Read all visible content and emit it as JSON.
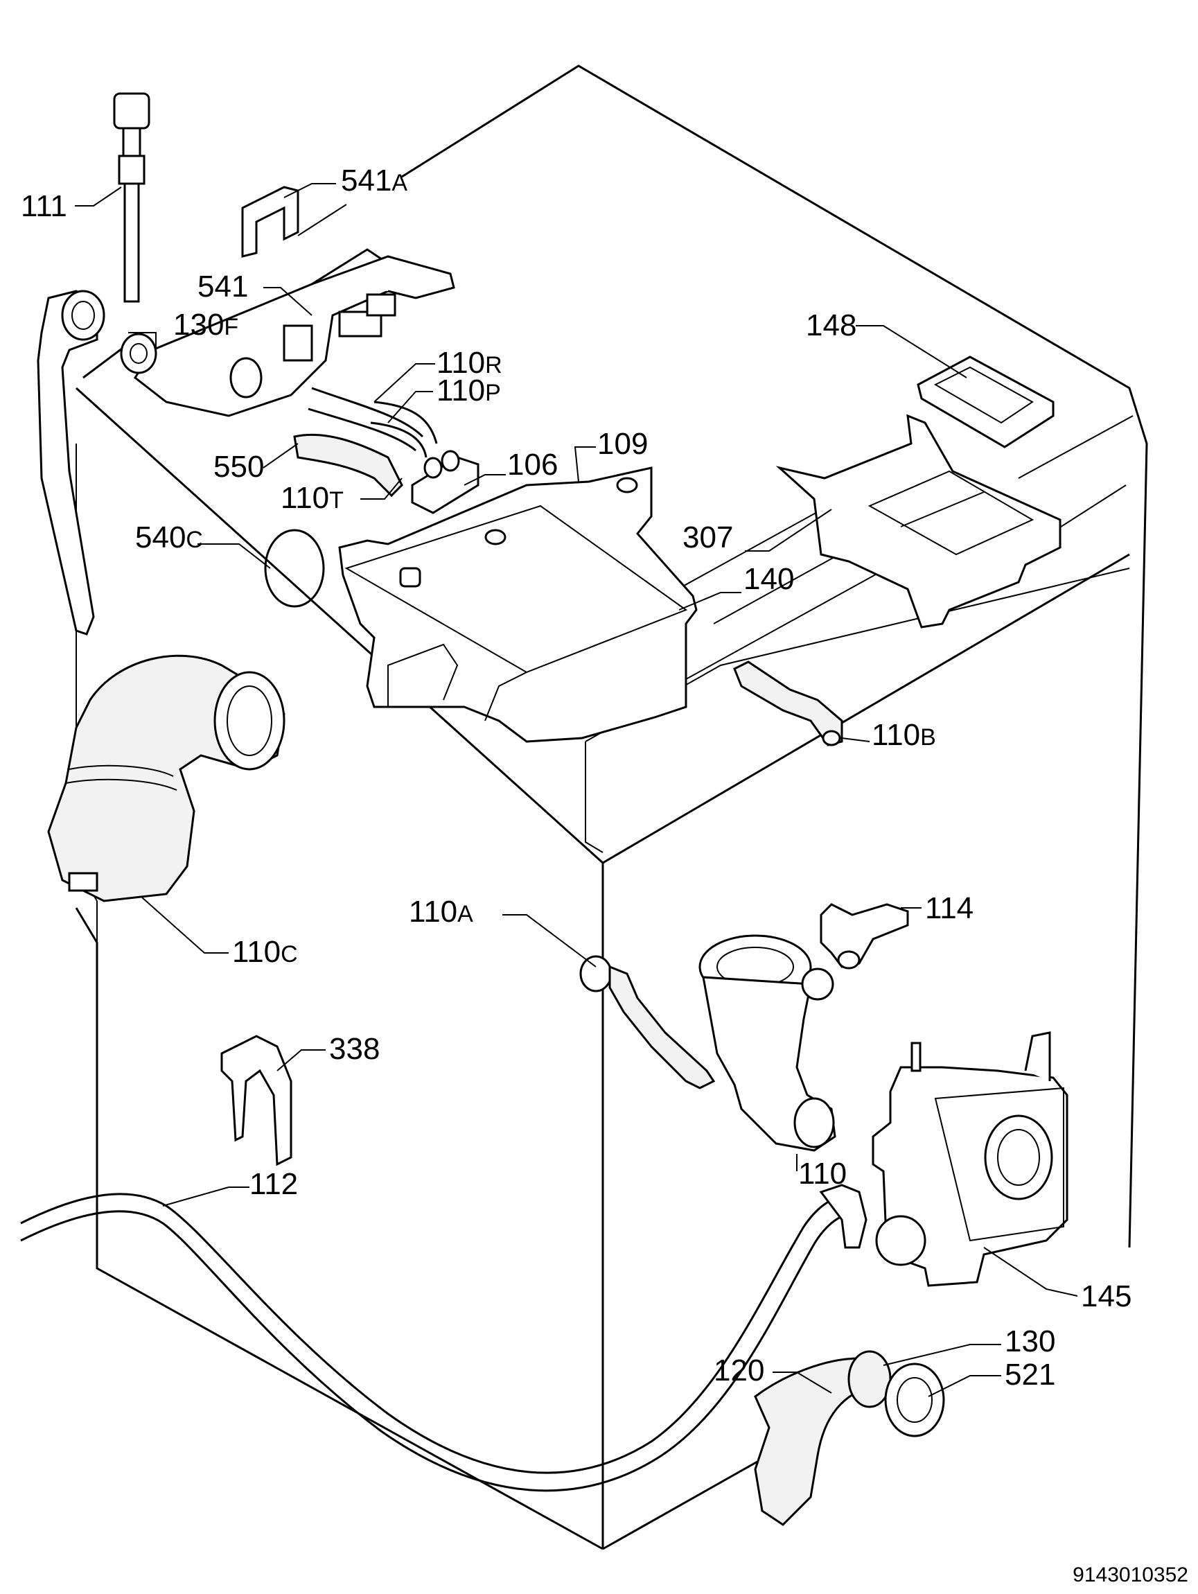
{
  "diagram": {
    "drawing_number": "9143010352",
    "callouts": [
      {
        "id": "111",
        "suffix": ""
      },
      {
        "id": "541",
        "suffix": "A"
      },
      {
        "id": "541",
        "suffix": ""
      },
      {
        "id": "130",
        "suffix": "F"
      },
      {
        "id": "110",
        "suffix": "R"
      },
      {
        "id": "110",
        "suffix": "P"
      },
      {
        "id": "550",
        "suffix": ""
      },
      {
        "id": "110",
        "suffix": "T"
      },
      {
        "id": "106",
        "suffix": ""
      },
      {
        "id": "109",
        "suffix": ""
      },
      {
        "id": "148",
        "suffix": ""
      },
      {
        "id": "307",
        "suffix": ""
      },
      {
        "id": "540",
        "suffix": "C"
      },
      {
        "id": "140",
        "suffix": ""
      },
      {
        "id": "110",
        "suffix": "B"
      },
      {
        "id": "110",
        "suffix": "C"
      },
      {
        "id": "110",
        "suffix": "A"
      },
      {
        "id": "114",
        "suffix": ""
      },
      {
        "id": "338",
        "suffix": ""
      },
      {
        "id": "112",
        "suffix": ""
      },
      {
        "id": "110",
        "suffix": ""
      },
      {
        "id": "145",
        "suffix": ""
      },
      {
        "id": "130",
        "suffix": ""
      },
      {
        "id": "120",
        "suffix": ""
      },
      {
        "id": "521",
        "suffix": ""
      }
    ]
  }
}
